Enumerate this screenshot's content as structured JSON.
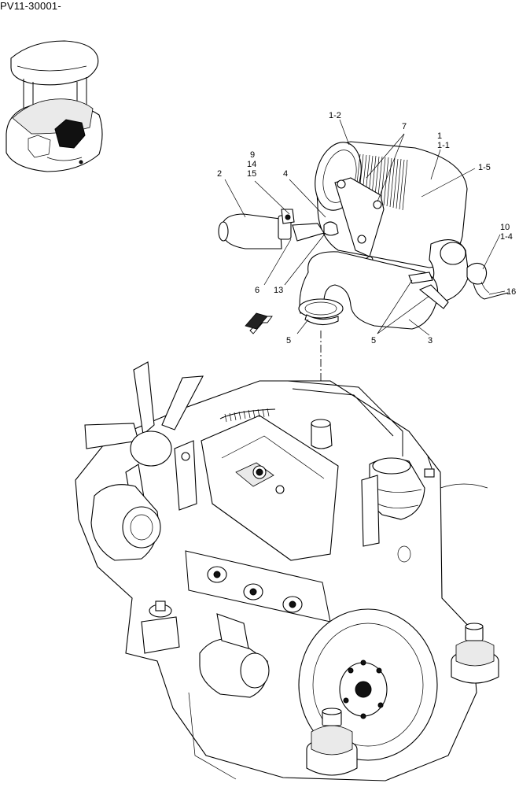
{
  "header": {
    "drawing_id": "PV11-30001-"
  },
  "callouts": [
    {
      "id": "c-1-2",
      "text": "1-2"
    },
    {
      "id": "c-7",
      "text": "7"
    },
    {
      "id": "c-1",
      "text": "1"
    },
    {
      "id": "c-1-1",
      "text": "1-1"
    },
    {
      "id": "c-9",
      "text": "9"
    },
    {
      "id": "c-14",
      "text": "14"
    },
    {
      "id": "c-15",
      "text": "15"
    },
    {
      "id": "c-2",
      "text": "2"
    },
    {
      "id": "c-4",
      "text": "4"
    },
    {
      "id": "c-1-5",
      "text": "1-5"
    },
    {
      "id": "c-10",
      "text": "10"
    },
    {
      "id": "c-1-4",
      "text": "1-4"
    },
    {
      "id": "c-6",
      "text": "6"
    },
    {
      "id": "c-13",
      "text": "13"
    },
    {
      "id": "c-16",
      "text": "16"
    },
    {
      "id": "c-5a",
      "text": "5"
    },
    {
      "id": "c-5b",
      "text": "5"
    },
    {
      "id": "c-3",
      "text": "3"
    }
  ],
  "icons": {
    "machine_thumbnail": "excavator-thumbnail-icon",
    "direction_arrow": "front-direction-arrow-icon"
  }
}
